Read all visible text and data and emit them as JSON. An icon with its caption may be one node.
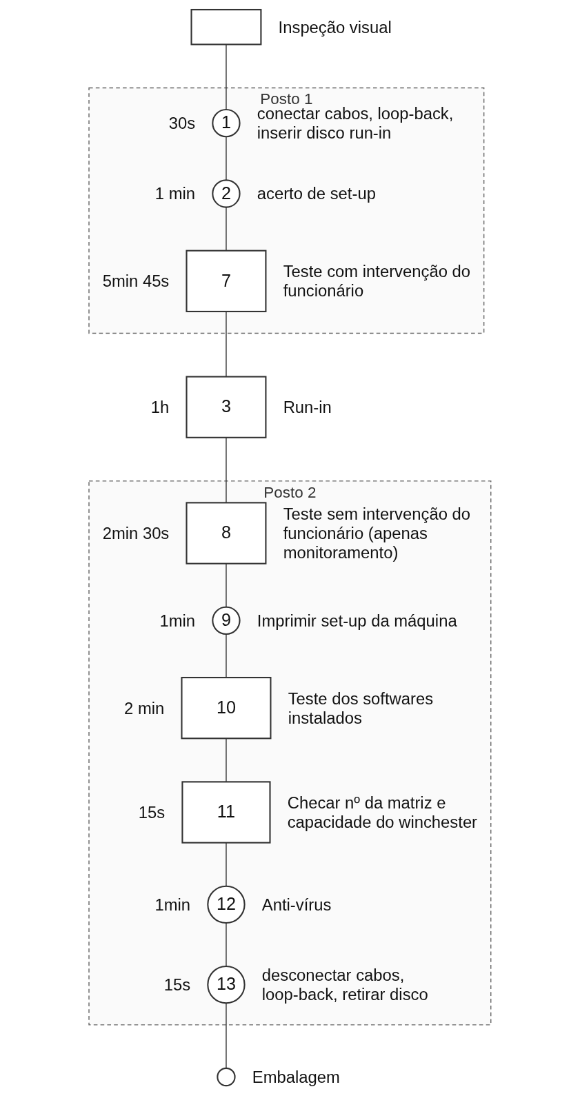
{
  "diagram": {
    "nodes": [
      {
        "text": [],
        "shape": "box",
        "beside": [
          "Inspeção visual"
        ]
      },
      {
        "text": [
          "Posto 1"
        ]
      },
      {
        "text": [
          "1"
        ],
        "in": 1,
        "beside": [
          "30s",
          "conectar cabos, loop-back, inserir disco run-in"
        ]
      },
      {
        "text": [
          "2"
        ],
        "in": 1,
        "beside": [
          "1 min",
          "acerto de set-up"
        ]
      },
      {
        "text": [
          "7"
        ],
        "in": 1,
        "beside": [
          "5min 45s",
          "Teste com intervenção do funcionário"
        ]
      },
      {
        "text": [
          "3"
        ],
        "beside": [
          "1h",
          "Run-in"
        ]
      },
      {
        "text": [
          "Posto 2"
        ]
      },
      {
        "text": [
          "8"
        ],
        "in": 6,
        "beside": [
          "2min 30s",
          "Teste sem intervenção do funcionário (apenas monitoramento)"
        ]
      },
      {
        "text": [
          "9"
        ],
        "in": 6,
        "beside": [
          "1min",
          "Imprimir set-up da máquina"
        ]
      },
      {
        "text": [
          "10"
        ],
        "in": 6,
        "beside": [
          "2 min",
          "Teste dos softwares instalados"
        ]
      },
      {
        "text": [
          "11"
        ],
        "in": 6,
        "beside": [
          "15s",
          "Checar nº da matriz e capacidade do winchester"
        ]
      },
      {
        "text": [
          "12"
        ],
        "in": 6,
        "beside": [
          "1min",
          "Anti-vírus"
        ]
      },
      {
        "text": [
          "13"
        ],
        "in": 6,
        "beside": [
          "15s",
          "desconectar cabos, loop-back, retirar disco"
        ]
      },
      {
        "text": [],
        "shape": "circle",
        "beside": [
          "Embalagem"
        ]
      }
    ],
    "edges": [
      {
        "from": 0,
        "to": 2,
        "arrow": "none"
      },
      {
        "from": 2,
        "to": 3,
        "arrow": "none"
      },
      {
        "from": 3,
        "to": 4,
        "arrow": "none"
      },
      {
        "from": 4,
        "to": 5,
        "arrow": "none"
      },
      {
        "from": 5,
        "to": 7,
        "arrow": "none"
      },
      {
        "from": 7,
        "to": 8,
        "arrow": "none"
      },
      {
        "from": 8,
        "to": 9,
        "arrow": "none"
      },
      {
        "from": 9,
        "to": 10,
        "arrow": "none"
      },
      {
        "from": 10,
        "to": 11,
        "arrow": "none"
      },
      {
        "from": 11,
        "to": 12,
        "arrow": "none"
      },
      {
        "from": 12,
        "to": 13,
        "arrow": "none"
      }
    ]
  }
}
